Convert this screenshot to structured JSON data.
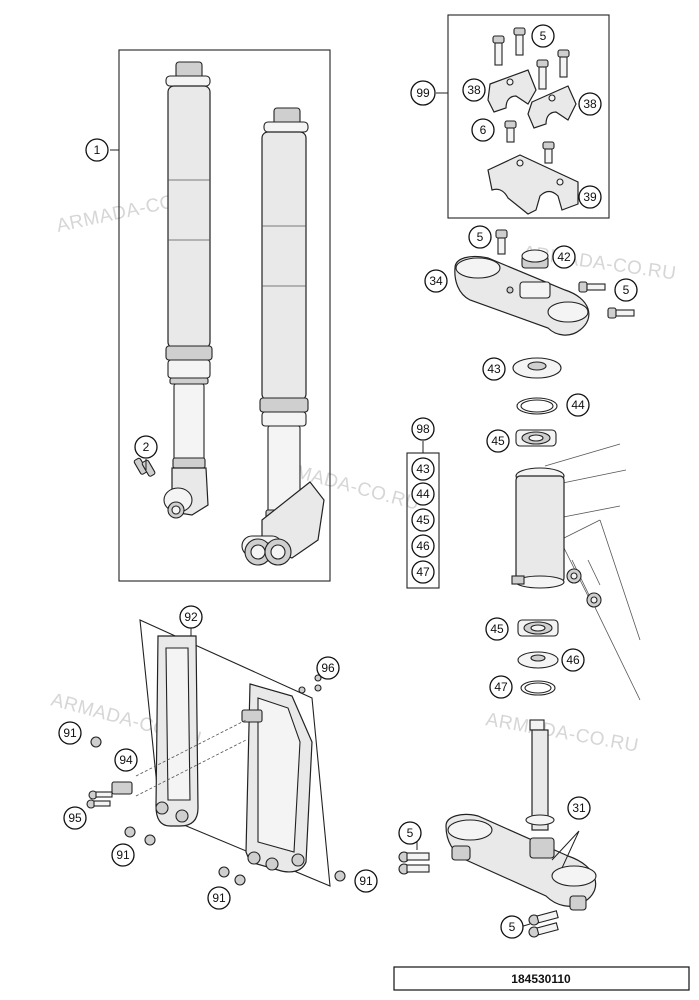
{
  "watermark": "ARMADA-CO.RU",
  "document_number": "184530110",
  "callouts": {
    "c1": "1",
    "c2": "2",
    "c99": "99",
    "c5a": "5",
    "c38a": "38",
    "c38b": "38",
    "c6": "6",
    "c39": "39",
    "c5b": "5",
    "c42": "42",
    "c34": "34",
    "c5c": "5",
    "c43": "43",
    "c44": "44",
    "c45a": "45",
    "c98": "98",
    "k43": "43",
    "k44": "44",
    "k45": "45",
    "k46": "46",
    "k47": "47",
    "c45b": "45",
    "c46": "46",
    "c47": "47",
    "c92": "92",
    "c96": "96",
    "c91a": "91",
    "c94": "94",
    "c95": "95",
    "c91b": "91",
    "c91c": "91",
    "c91d": "91",
    "c31": "31",
    "c5d": "5",
    "c5e": "5"
  }
}
